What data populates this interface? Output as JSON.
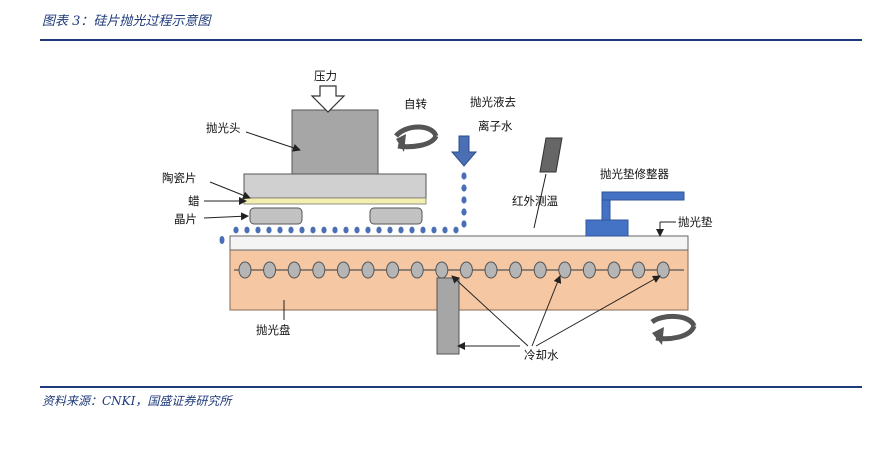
{
  "figure": {
    "title": "图表 3：硅片抛光过程示意图",
    "source": "资料来源：CNKI，国盛证券研究所"
  },
  "labels": {
    "pressure": "压力",
    "self_rotation": "自转",
    "slurry_line1": "抛光液去",
    "slurry_line2": "离子水",
    "polishing_head": "抛光头",
    "ceramic_plate": "陶瓷片",
    "wax": "蜡",
    "wafer": "晶片",
    "ir_temp": "红外测温",
    "pad_conditioner": "抛光垫修整器",
    "polishing_pad": "抛光垫",
    "polishing_plate": "抛光盘",
    "cooling_water": "冷却水"
  },
  "colors": {
    "head": "#a6a6a6",
    "ceramic": "#d0d0d0",
    "wax": "#f3efb0",
    "wafer": "#c2c2c2",
    "pad": "#f4f4f4",
    "plate": "#f6c7a3",
    "conditioner": "#4472c4",
    "slurry": "#4a6fb5",
    "rule": "#1f3a7a"
  }
}
